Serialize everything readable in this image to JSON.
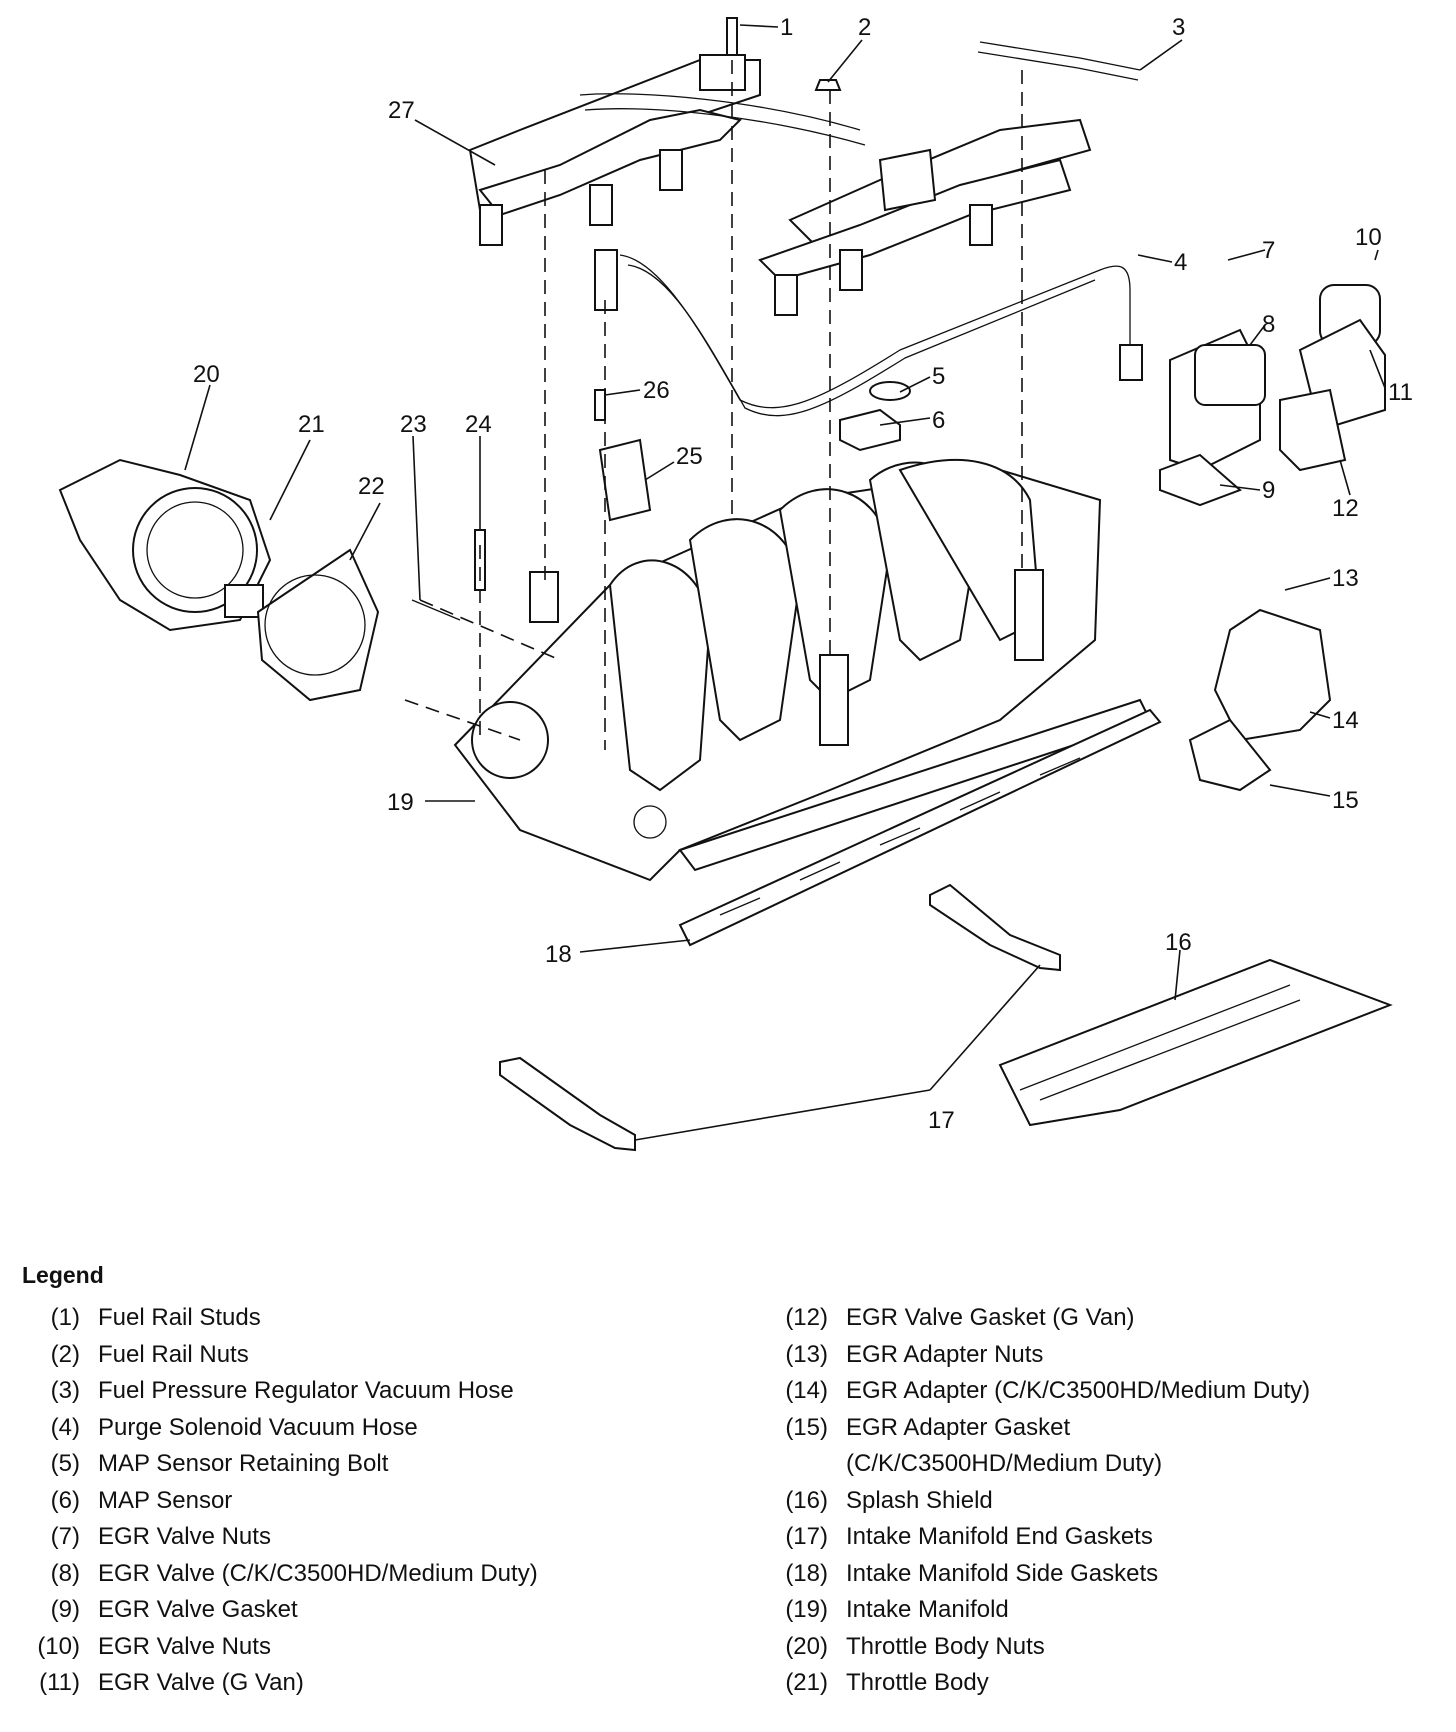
{
  "callouts": [
    "1",
    "2",
    "3",
    "4",
    "5",
    "6",
    "7",
    "8",
    "9",
    "10",
    "11",
    "12",
    "13",
    "14",
    "15",
    "16",
    "17",
    "18",
    "19",
    "20",
    "21",
    "22",
    "23",
    "24",
    "25",
    "26",
    "27"
  ],
  "legend": {
    "title": "Legend",
    "left": [
      {
        "num": "(1)",
        "text": "Fuel Rail Studs"
      },
      {
        "num": "(2)",
        "text": "Fuel Rail Nuts"
      },
      {
        "num": "(3)",
        "text": "Fuel Pressure Regulator Vacuum Hose"
      },
      {
        "num": "(4)",
        "text": "Purge Solenoid Vacuum Hose"
      },
      {
        "num": "(5)",
        "text": "MAP Sensor Retaining Bolt"
      },
      {
        "num": "(6)",
        "text": "MAP Sensor"
      },
      {
        "num": "(7)",
        "text": "EGR Valve Nuts"
      },
      {
        "num": "(8)",
        "text": "EGR Valve (C/K/C3500HD/Medium Duty)"
      },
      {
        "num": "(9)",
        "text": "EGR Valve Gasket"
      },
      {
        "num": "(10)",
        "text": "EGR Valve Nuts"
      },
      {
        "num": "(11)",
        "text": "EGR Valve (G Van)"
      }
    ],
    "right": [
      {
        "num": "(12)",
        "text": "EGR Valve Gasket (G Van)"
      },
      {
        "num": "(13)",
        "text": "EGR Adapter Nuts"
      },
      {
        "num": "(14)",
        "text": "EGR Adapter (C/K/C3500HD/Medium Duty)"
      },
      {
        "num": "(15)",
        "text": "EGR Adapter Gasket\n(C/K/C3500HD/Medium Duty)"
      },
      {
        "num": "(16)",
        "text": "Splash Shield"
      },
      {
        "num": "(17)",
        "text": "Intake Manifold End Gaskets"
      },
      {
        "num": "(18)",
        "text": "Intake Manifold Side Gaskets"
      },
      {
        "num": "(19)",
        "text": "Intake Manifold"
      },
      {
        "num": "(20)",
        "text": "Throttle Body Nuts"
      },
      {
        "num": "(21)",
        "text": "Throttle Body"
      }
    ]
  }
}
